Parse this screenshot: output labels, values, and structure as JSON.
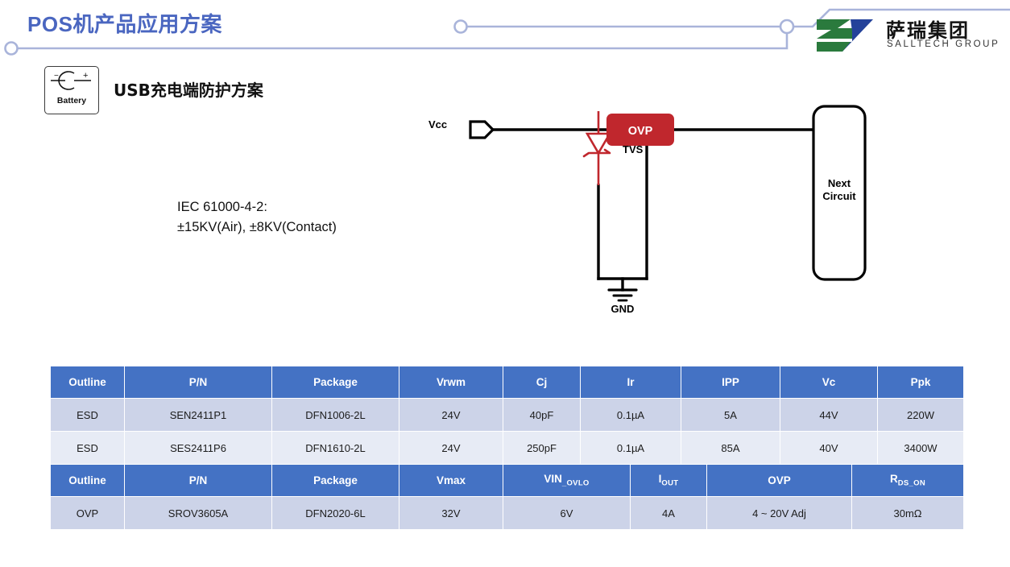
{
  "header": {
    "title": "POS机产品应用方案",
    "title_color": "#4a66c0",
    "deco_color": "#a9b4da"
  },
  "logo": {
    "cn_name": "萨瑞集团",
    "en_name": "SALLTECH GROUP",
    "green": "#2a7a3d",
    "blue": "#24429a"
  },
  "badge": {
    "label": "Battery",
    "minus": "–",
    "plus": "+"
  },
  "section": {
    "heading": "USB充电端防护方案"
  },
  "note": {
    "line1": "IEC 61000-4-2:",
    "line2": "±15KV(Air), ±8KV(Contact)"
  },
  "schematic": {
    "vcc_label": "Vcc",
    "tvs_label": "TVS",
    "ovp_label": "OVP",
    "ovp_color": "#c0272d",
    "tvs_color": "#c0272d",
    "gnd_label": "GND",
    "next_circuit_line1": "Next",
    "next_circuit_line2": "Circuit"
  },
  "table_esd": {
    "headers": [
      "Outline",
      "P/N",
      "Package",
      "Vrwm",
      "Cj",
      "Ir",
      "IPP",
      "Vc",
      "Ppk"
    ],
    "rows": [
      [
        "ESD",
        "SEN2411P1",
        "DFN1006-2L",
        "24V",
        "40pF",
        "0.1µA",
        "5A",
        "44V",
        "220W"
      ],
      [
        "ESD",
        "SES2411P6",
        "DFN1610-2L",
        "24V",
        "250pF",
        "0.1µA",
        "85A",
        "40V",
        "3400W"
      ]
    ]
  },
  "table_ovp": {
    "headers": [
      {
        "main": "Outline",
        "sub": ""
      },
      {
        "main": "P/N",
        "sub": ""
      },
      {
        "main": "Package",
        "sub": ""
      },
      {
        "main": "Vmax",
        "sub": ""
      },
      {
        "main": "VIN",
        "sub": "_OVLO"
      },
      {
        "main": "I",
        "sub": "OUT"
      },
      {
        "main": "OVP",
        "sub": ""
      },
      {
        "main": "R",
        "sub": "DS_ON"
      }
    ],
    "rows": [
      [
        "OVP",
        "SROV3605A",
        "DFN2020-6L",
        "32V",
        "6V",
        "4A",
        "4 ~ 20V Adj",
        "30mΩ"
      ]
    ]
  },
  "theme": {
    "header_blue": "#4472c4",
    "row_a": "#ccd3e8",
    "row_b": "#e7ebf5"
  }
}
